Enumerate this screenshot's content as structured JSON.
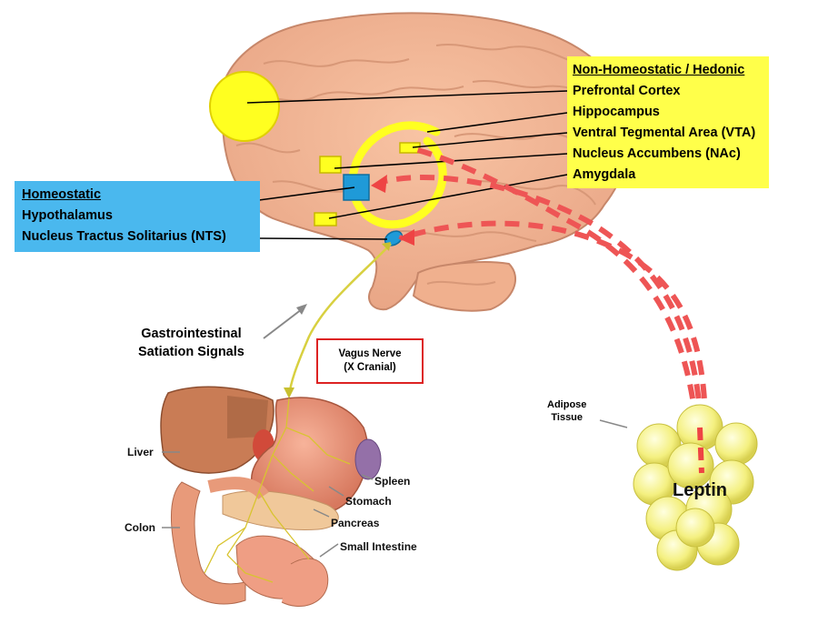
{
  "hedonic": {
    "header": "Non-Homeostatic / Hedonic",
    "items": [
      "Prefrontal Cortex",
      "Hippocampus",
      "Ventral Tegmental Area (VTA)",
      "Nucleus Accumbens (NAc)",
      "Amygdala"
    ]
  },
  "homeostatic": {
    "header": "Homeostatic",
    "items": [
      "Hypothalamus",
      "Nucleus Tractus Solitarius (NTS)"
    ]
  },
  "gi_signals": {
    "line1": "Gastrointestinal",
    "line2": "Satiation Signals"
  },
  "vagus": {
    "line1": "Vagus Nerve",
    "line2": "(X Cranial)"
  },
  "organs": {
    "liver": "Liver",
    "colon": "Colon",
    "spleen": "Spleen",
    "stomach": "Stomach",
    "pancreas": "Pancreas",
    "small_intestine": "Small Intestine"
  },
  "adipose": {
    "line1": "Adipose",
    "line2": "Tissue"
  },
  "leptin": "Leptin",
  "colors": {
    "hedonic_box": "#ffff4a",
    "homeostatic_box": "#4ab8ee",
    "signal_dash": "#ee5555",
    "vagus_border": "#dd2222"
  }
}
